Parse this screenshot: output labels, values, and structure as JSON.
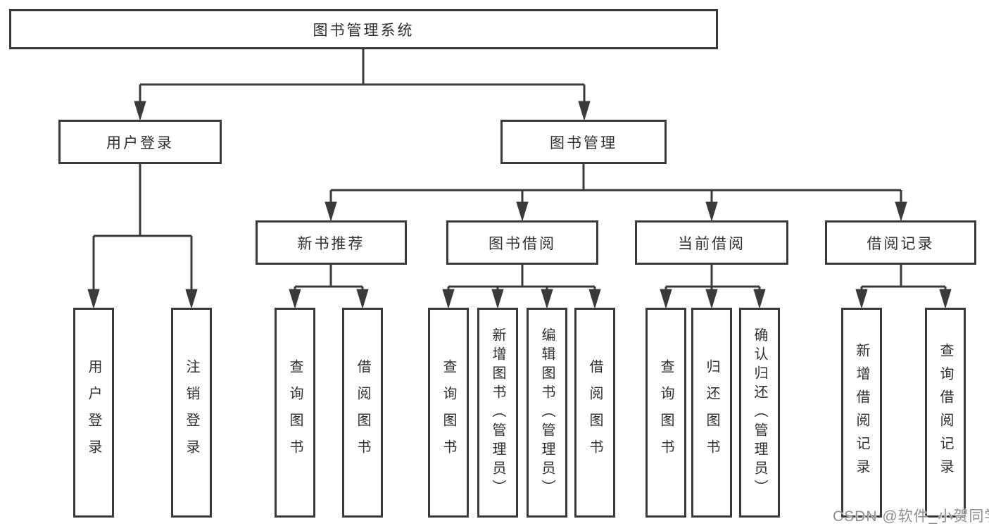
{
  "tree": {
    "root_label": "图书管理系统",
    "branches": [
      {
        "label": "用户登录",
        "children": [
          "用户登录",
          "注销登录"
        ]
      },
      {
        "label": "图书管理",
        "groups": [
          {
            "label": "新书推荐",
            "children": [
              "查询图书",
              "借阅图书"
            ]
          },
          {
            "label": "图书借阅",
            "children": [
              "查询图书",
              "新增图书（管理员）",
              "编辑图书（管理员）",
              "借阅图书"
            ]
          },
          {
            "label": "当前借阅",
            "children": [
              "查询图书",
              "归还图书",
              "确认归还（管理员）"
            ]
          },
          {
            "label": "借阅记录",
            "children": [
              "新增借阅记录",
              "查询借阅记录"
            ]
          }
        ]
      }
    ]
  },
  "watermark": {
    "text": "CSDN @软件_小贺同学"
  },
  "colors": {
    "line": "#3a3a3a",
    "text": "#2f2f2f",
    "watermark": "#8f8f8f",
    "background": "#ffffff"
  }
}
